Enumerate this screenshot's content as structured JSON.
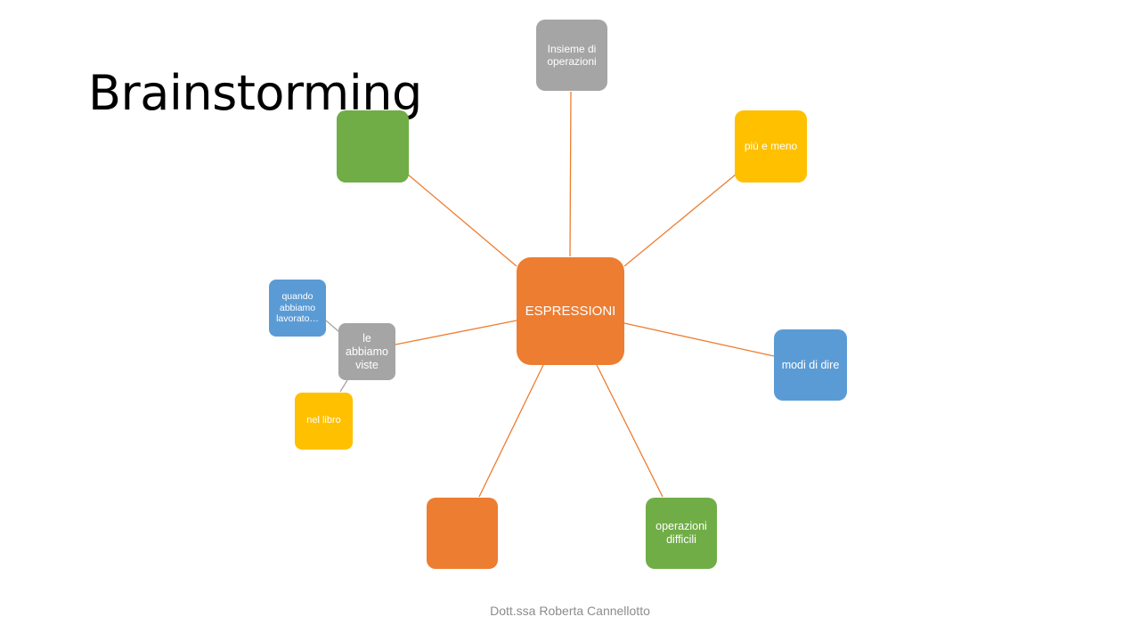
{
  "slide": {
    "title": "Brainstorming",
    "footer": "Dott.ssa Roberta Cannellotto"
  },
  "diagram": {
    "center": {
      "label": "ESPRESSIONI",
      "color": "#ED7D31"
    },
    "nodes": {
      "insieme": {
        "label": "Insieme di operazioni",
        "color": "#A5A5A5"
      },
      "piu_meno": {
        "label": "più e meno",
        "color": "#FFC000"
      },
      "modi_dire": {
        "label": "modi di dire",
        "color": "#5B9BD5"
      },
      "operazioni_difficili": {
        "label": "operazioni difficili",
        "color": "#70AD47"
      },
      "orange_empty": {
        "label": "",
        "color": "#ED7D31"
      },
      "le_abbiamo_viste": {
        "label": "le abbiamo viste",
        "color": "#A5A5A5"
      },
      "quando_lavorato": {
        "label": "quando abbiamo lavorato…",
        "color": "#5B9BD5"
      },
      "nel_libro": {
        "label": "nel libro",
        "color": "#FFC000"
      },
      "green_empty": {
        "label": "",
        "color": "#70AD47"
      }
    },
    "connector_colors": {
      "primary": "#ED7D31",
      "secondary": "#A5A5A5"
    }
  }
}
